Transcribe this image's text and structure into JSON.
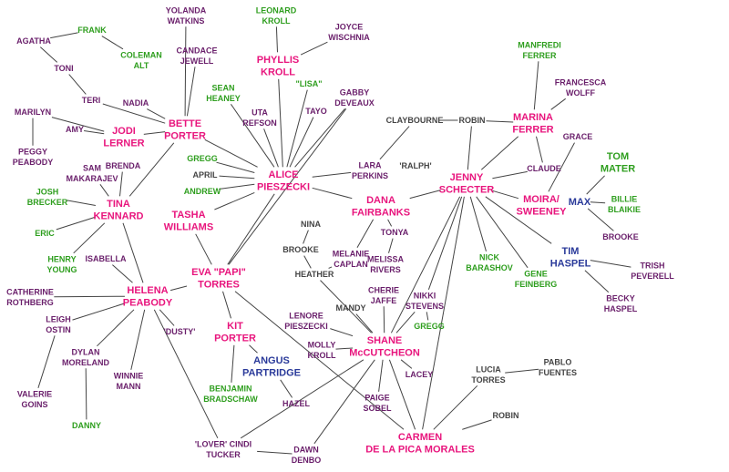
{
  "colors": {
    "pink": "#e8157d",
    "purple": "#6a1f6b",
    "green": "#2e9e1e",
    "blue": "#2a3a9a",
    "gray": "#444444",
    "edge": "#444444"
  },
  "nodes": [
    {
      "id": "yolanda",
      "lines": [
        "YOLANDA",
        "WATKINS"
      ],
      "color": "purple"
    },
    {
      "id": "leonard",
      "lines": [
        "LEONARD",
        "KROLL"
      ],
      "color": "green"
    },
    {
      "id": "joyce",
      "lines": [
        "JOYCE",
        "WISCHNIA"
      ],
      "color": "purple"
    },
    {
      "id": "frank",
      "lines": [
        "FRANK"
      ],
      "color": "green"
    },
    {
      "id": "agatha",
      "lines": [
        "AGATHA"
      ],
      "color": "purple"
    },
    {
      "id": "coleman",
      "lines": [
        "COLEMAN",
        "ALT"
      ],
      "color": "green"
    },
    {
      "id": "candace",
      "lines": [
        "CANDACE",
        "JEWELL"
      ],
      "color": "purple"
    },
    {
      "id": "phyllis",
      "lines": [
        "PHYLLIS",
        "KROLL"
      ],
      "color": "pink",
      "big": true
    },
    {
      "id": "toni",
      "lines": [
        "TONI"
      ],
      "color": "purple"
    },
    {
      "id": "manfredi",
      "lines": [
        "MANFREDI",
        "FERRER"
      ],
      "color": "green"
    },
    {
      "id": "francesca",
      "lines": [
        "FRANCESCA",
        "WOLFF"
      ],
      "color": "purple"
    },
    {
      "id": "teri",
      "lines": [
        "TERI"
      ],
      "color": "purple"
    },
    {
      "id": "sean",
      "lines": [
        "SEAN",
        "HEANEY"
      ],
      "color": "green"
    },
    {
      "id": "lisa",
      "lines": [
        "\"LISA\""
      ],
      "color": "green"
    },
    {
      "id": "gabby",
      "lines": [
        "GABBY",
        "DEVEAUX"
      ],
      "color": "purple"
    },
    {
      "id": "nadia",
      "lines": [
        "NADIA"
      ],
      "color": "purple"
    },
    {
      "id": "marilyn",
      "lines": [
        "MARILYN"
      ],
      "color": "purple"
    },
    {
      "id": "uta",
      "lines": [
        "UTA",
        "REFSON"
      ],
      "color": "purple"
    },
    {
      "id": "tayo",
      "lines": [
        "TAYO"
      ],
      "color": "purple"
    },
    {
      "id": "bette",
      "lines": [
        "BETTE",
        "PORTER"
      ],
      "color": "pink",
      "big": true
    },
    {
      "id": "claybourne",
      "lines": [
        "CLAYBOURNE"
      ],
      "color": "gray"
    },
    {
      "id": "robin1",
      "lines": [
        "ROBIN"
      ],
      "color": "gray"
    },
    {
      "id": "marina",
      "lines": [
        "MARINA",
        "FERRER"
      ],
      "color": "pink",
      "big": true
    },
    {
      "id": "amy",
      "lines": [
        "AMY"
      ],
      "color": "purple"
    },
    {
      "id": "jodi",
      "lines": [
        "JODI",
        "LERNER"
      ],
      "color": "pink",
      "big": true
    },
    {
      "id": "grace",
      "lines": [
        "GRACE"
      ],
      "color": "purple"
    },
    {
      "id": "peggy",
      "lines": [
        "PEGGY",
        "PEABODY"
      ],
      "color": "purple"
    },
    {
      "id": "gregg1",
      "lines": [
        "GREGG"
      ],
      "color": "green"
    },
    {
      "id": "brenda",
      "lines": [
        "BRENDA"
      ],
      "color": "purple"
    },
    {
      "id": "sam",
      "lines": [
        "SAM",
        "MAKARAJEV"
      ],
      "color": "purple"
    },
    {
      "id": "april",
      "lines": [
        "APRIL"
      ],
      "color": "gray"
    },
    {
      "id": "alice",
      "lines": [
        "ALICE",
        "PIESZECKI"
      ],
      "color": "pink",
      "big": true
    },
    {
      "id": "lara",
      "lines": [
        "LARA",
        "PERKINS"
      ],
      "color": "purple"
    },
    {
      "id": "ralph",
      "lines": [
        "'RALPH'"
      ],
      "color": "gray"
    },
    {
      "id": "jenny",
      "lines": [
        "JENNY",
        "SCHECTER"
      ],
      "color": "pink",
      "big": true
    },
    {
      "id": "claude",
      "lines": [
        "CLAUDE"
      ],
      "color": "purple"
    },
    {
      "id": "tom",
      "lines": [
        "TOM",
        "MATER"
      ],
      "color": "green",
      "big": true
    },
    {
      "id": "josh",
      "lines": [
        "JOSH",
        "BRECKER"
      ],
      "color": "green"
    },
    {
      "id": "andrew",
      "lines": [
        "ANDREW"
      ],
      "color": "green"
    },
    {
      "id": "dana",
      "lines": [
        "DANA",
        "FAIRBANKS"
      ],
      "color": "pink",
      "big": true
    },
    {
      "id": "moira",
      "lines": [
        "MOIRA/",
        "SWEENEY"
      ],
      "color": "pink",
      "big": true
    },
    {
      "id": "max",
      "lines": [
        "MAX"
      ],
      "color": "blue",
      "big": true
    },
    {
      "id": "billie",
      "lines": [
        "BILLIE",
        "BLAIKIE"
      ],
      "color": "green"
    },
    {
      "id": "tina",
      "lines": [
        "TINA",
        "KENNARD"
      ],
      "color": "pink",
      "big": true
    },
    {
      "id": "tasha",
      "lines": [
        "TASHA",
        "WILLIAMS"
      ],
      "color": "pink",
      "big": true
    },
    {
      "id": "nina",
      "lines": [
        "NINA"
      ],
      "color": "gray"
    },
    {
      "id": "tonya",
      "lines": [
        "TONYA"
      ],
      "color": "purple"
    },
    {
      "id": "brooke1",
      "lines": [
        "BROOKE"
      ],
      "color": "purple"
    },
    {
      "id": "eric",
      "lines": [
        "ERIC"
      ],
      "color": "green"
    },
    {
      "id": "brooke2",
      "lines": [
        "BROOKE"
      ],
      "color": "gray"
    },
    {
      "id": "melanie",
      "lines": [
        "MELANIE",
        "CAPLAN"
      ],
      "color": "purple"
    },
    {
      "id": "tim",
      "lines": [
        "TIM",
        "HASPEL"
      ],
      "color": "blue",
      "big": true
    },
    {
      "id": "henry",
      "lines": [
        "HENRY",
        "YOUNG"
      ],
      "color": "green"
    },
    {
      "id": "isabella",
      "lines": [
        "ISABELLA"
      ],
      "color": "purple"
    },
    {
      "id": "nick",
      "lines": [
        "NICK",
        "BARASHOV"
      ],
      "color": "green"
    },
    {
      "id": "melissa",
      "lines": [
        "MELISSA",
        "RIVERS"
      ],
      "color": "purple"
    },
    {
      "id": "eva",
      "lines": [
        "EVA \"PAPI\"",
        "TORRES"
      ],
      "color": "pink",
      "big": true
    },
    {
      "id": "heather",
      "lines": [
        "HEATHER"
      ],
      "color": "gray"
    },
    {
      "id": "trish",
      "lines": [
        "TRISH",
        "PEVERELL"
      ],
      "color": "purple"
    },
    {
      "id": "gene",
      "lines": [
        "GENE",
        "FEINBERG"
      ],
      "color": "green"
    },
    {
      "id": "catherine",
      "lines": [
        "CATHERINE",
        "ROTHBERG"
      ],
      "color": "purple"
    },
    {
      "id": "helena",
      "lines": [
        "HELENA",
        "PEABODY"
      ],
      "color": "pink",
      "big": true
    },
    {
      "id": "cherie",
      "lines": [
        "CHERIE",
        "JAFFE"
      ],
      "color": "purple"
    },
    {
      "id": "nikki",
      "lines": [
        "NIKKI",
        "STEVENS"
      ],
      "color": "purple"
    },
    {
      "id": "becky",
      "lines": [
        "BECKY",
        "HASPEL"
      ],
      "color": "purple"
    },
    {
      "id": "leigh",
      "lines": [
        "LEIGH",
        "OSTIN"
      ],
      "color": "purple"
    },
    {
      "id": "lenore",
      "lines": [
        "LENORE",
        "PIESZECKI"
      ],
      "color": "purple"
    },
    {
      "id": "mandy",
      "lines": [
        "MANDY"
      ],
      "color": "gray"
    },
    {
      "id": "gregg2",
      "lines": [
        "GREGG"
      ],
      "color": "green"
    },
    {
      "id": "dusty",
      "lines": [
        "'DUSTY'"
      ],
      "color": "purple"
    },
    {
      "id": "kit",
      "lines": [
        "KIT",
        "PORTER"
      ],
      "color": "pink",
      "big": true
    },
    {
      "id": "shane",
      "lines": [
        "SHANE",
        "McCUTCHEON"
      ],
      "color": "pink",
      "big": true
    },
    {
      "id": "dylan",
      "lines": [
        "DYLAN",
        "MORELAND"
      ],
      "color": "purple"
    },
    {
      "id": "molly",
      "lines": [
        "MOLLY",
        "KROLL"
      ],
      "color": "purple"
    },
    {
      "id": "angus",
      "lines": [
        "ANGUS",
        "PARTRIDGE"
      ],
      "color": "blue",
      "big": true
    },
    {
      "id": "lucia",
      "lines": [
        "LUCIA",
        "TORRES"
      ],
      "color": "gray"
    },
    {
      "id": "pablo",
      "lines": [
        "PABLO",
        "FUENTES"
      ],
      "color": "gray"
    },
    {
      "id": "winnie",
      "lines": [
        "WINNIE",
        "MANN"
      ],
      "color": "purple"
    },
    {
      "id": "lacey",
      "lines": [
        "LACEY"
      ],
      "color": "purple"
    },
    {
      "id": "valerie",
      "lines": [
        "VALERIE",
        "GOINS"
      ],
      "color": "purple"
    },
    {
      "id": "benjamin",
      "lines": [
        "BENJAMIN",
        "BRADSCHAW"
      ],
      "color": "green"
    },
    {
      "id": "paige",
      "lines": [
        "PAIGE",
        "SOBEL"
      ],
      "color": "purple"
    },
    {
      "id": "hazel",
      "lines": [
        "HAZEL"
      ],
      "color": "purple"
    },
    {
      "id": "robin2",
      "lines": [
        "ROBIN"
      ],
      "color": "gray"
    },
    {
      "id": "danny",
      "lines": [
        "DANNY"
      ],
      "color": "green"
    },
    {
      "id": "carmen",
      "lines": [
        "CARMEN",
        "DE LA PICA MORALES"
      ],
      "color": "pink",
      "big": true
    },
    {
      "id": "cindi",
      "lines": [
        "'LOVER' CINDI",
        "TUCKER"
      ],
      "color": "purple"
    },
    {
      "id": "dawn",
      "lines": [
        "DAWN",
        "DENBO"
      ],
      "color": "purple"
    }
  ],
  "edges": [
    [
      "frank",
      "agatha"
    ],
    [
      "frank",
      "coleman"
    ],
    [
      "agatha",
      "toni"
    ],
    [
      "toni",
      "teri"
    ],
    [
      "teri",
      "bette"
    ],
    [
      "marilyn",
      "jodi"
    ],
    [
      "marilyn",
      "peggy"
    ],
    [
      "amy",
      "jodi"
    ],
    [
      "jodi",
      "bette"
    ],
    [
      "nadia",
      "bette"
    ],
    [
      "yolanda",
      "bette"
    ],
    [
      "candace",
      "bette"
    ],
    [
      "bette",
      "alice"
    ],
    [
      "bette",
      "tina"
    ],
    [
      "sean",
      "alice"
    ],
    [
      "uta",
      "alice"
    ],
    [
      "leonard",
      "phyllis"
    ],
    [
      "joyce",
      "phyllis"
    ],
    [
      "phyllis",
      "alice"
    ],
    [
      "lisa",
      "alice"
    ],
    [
      "tayo",
      "alice"
    ],
    [
      "gabby",
      "alice"
    ],
    [
      "gabby",
      "eva"
    ],
    [
      "gregg1",
      "alice"
    ],
    [
      "april",
      "alice"
    ],
    [
      "andrew",
      "alice"
    ],
    [
      "tasha",
      "alice"
    ],
    [
      "lara",
      "alice"
    ],
    [
      "alice",
      "dana"
    ],
    [
      "alice",
      "eva"
    ],
    [
      "lara",
      "claybourne"
    ],
    [
      "claybourne",
      "robin1"
    ],
    [
      "robin1",
      "marina"
    ],
    [
      "robin1",
      "jenny"
    ],
    [
      "dana",
      "jenny"
    ],
    [
      "jenny",
      "marina"
    ],
    [
      "jenny",
      "claude"
    ],
    [
      "marina",
      "claude"
    ],
    [
      "manfredi",
      "marina"
    ],
    [
      "francesca",
      "marina"
    ],
    [
      "jenny",
      "moira"
    ],
    [
      "grace",
      "moira"
    ],
    [
      "max",
      "tom"
    ],
    [
      "max",
      "billie"
    ],
    [
      "max",
      "brooke1"
    ],
    [
      "jenny",
      "tim"
    ],
    [
      "tim",
      "trish"
    ],
    [
      "tim",
      "becky"
    ],
    [
      "jenny",
      "nick"
    ],
    [
      "jenny",
      "gene"
    ],
    [
      "jenny",
      "shane"
    ],
    [
      "jenny",
      "nikki"
    ],
    [
      "jenny",
      "carmen"
    ],
    [
      "dana",
      "melanie"
    ],
    [
      "dana",
      "tonya"
    ],
    [
      "tonya",
      "melissa"
    ],
    [
      "melanie",
      "heather"
    ],
    [
      "nina",
      "brooke2"
    ],
    [
      "brooke2",
      "heather"
    ],
    [
      "heather",
      "shane"
    ],
    [
      "mandy",
      "shane"
    ],
    [
      "cherie",
      "shane"
    ],
    [
      "nikki",
      "shane"
    ],
    [
      "nikki",
      "gregg2"
    ],
    [
      "lenore",
      "shane"
    ],
    [
      "molly",
      "shane"
    ],
    [
      "shane",
      "lacey"
    ],
    [
      "shane",
      "paige"
    ],
    [
      "shane",
      "carmen"
    ],
    [
      "shane",
      "cindi"
    ],
    [
      "shane",
      "dawn"
    ],
    [
      "carmen",
      "robin2"
    ],
    [
      "lucia",
      "pablo"
    ],
    [
      "lucia",
      "carmen"
    ],
    [
      "sam",
      "tina"
    ],
    [
      "brenda",
      "tina"
    ],
    [
      "josh",
      "tina"
    ],
    [
      "tina",
      "eric"
    ],
    [
      "tina",
      "henry"
    ],
    [
      "tina",
      "helena"
    ],
    [
      "isabella",
      "helena"
    ],
    [
      "helena",
      "catherine"
    ],
    [
      "helena",
      "leigh"
    ],
    [
      "leigh",
      "valerie"
    ],
    [
      "helena",
      "dylan"
    ],
    [
      "dylan",
      "danny"
    ],
    [
      "helena",
      "winnie"
    ],
    [
      "helena",
      "dusty"
    ],
    [
      "helena",
      "eva"
    ],
    [
      "helena",
      "cindi"
    ],
    [
      "tasha",
      "eva"
    ],
    [
      "eva",
      "kit"
    ],
    [
      "eva",
      "carmen"
    ],
    [
      "kit",
      "angus"
    ],
    [
      "kit",
      "benjamin"
    ],
    [
      "angus",
      "hazel"
    ],
    [
      "cindi",
      "dawn"
    ]
  ]
}
